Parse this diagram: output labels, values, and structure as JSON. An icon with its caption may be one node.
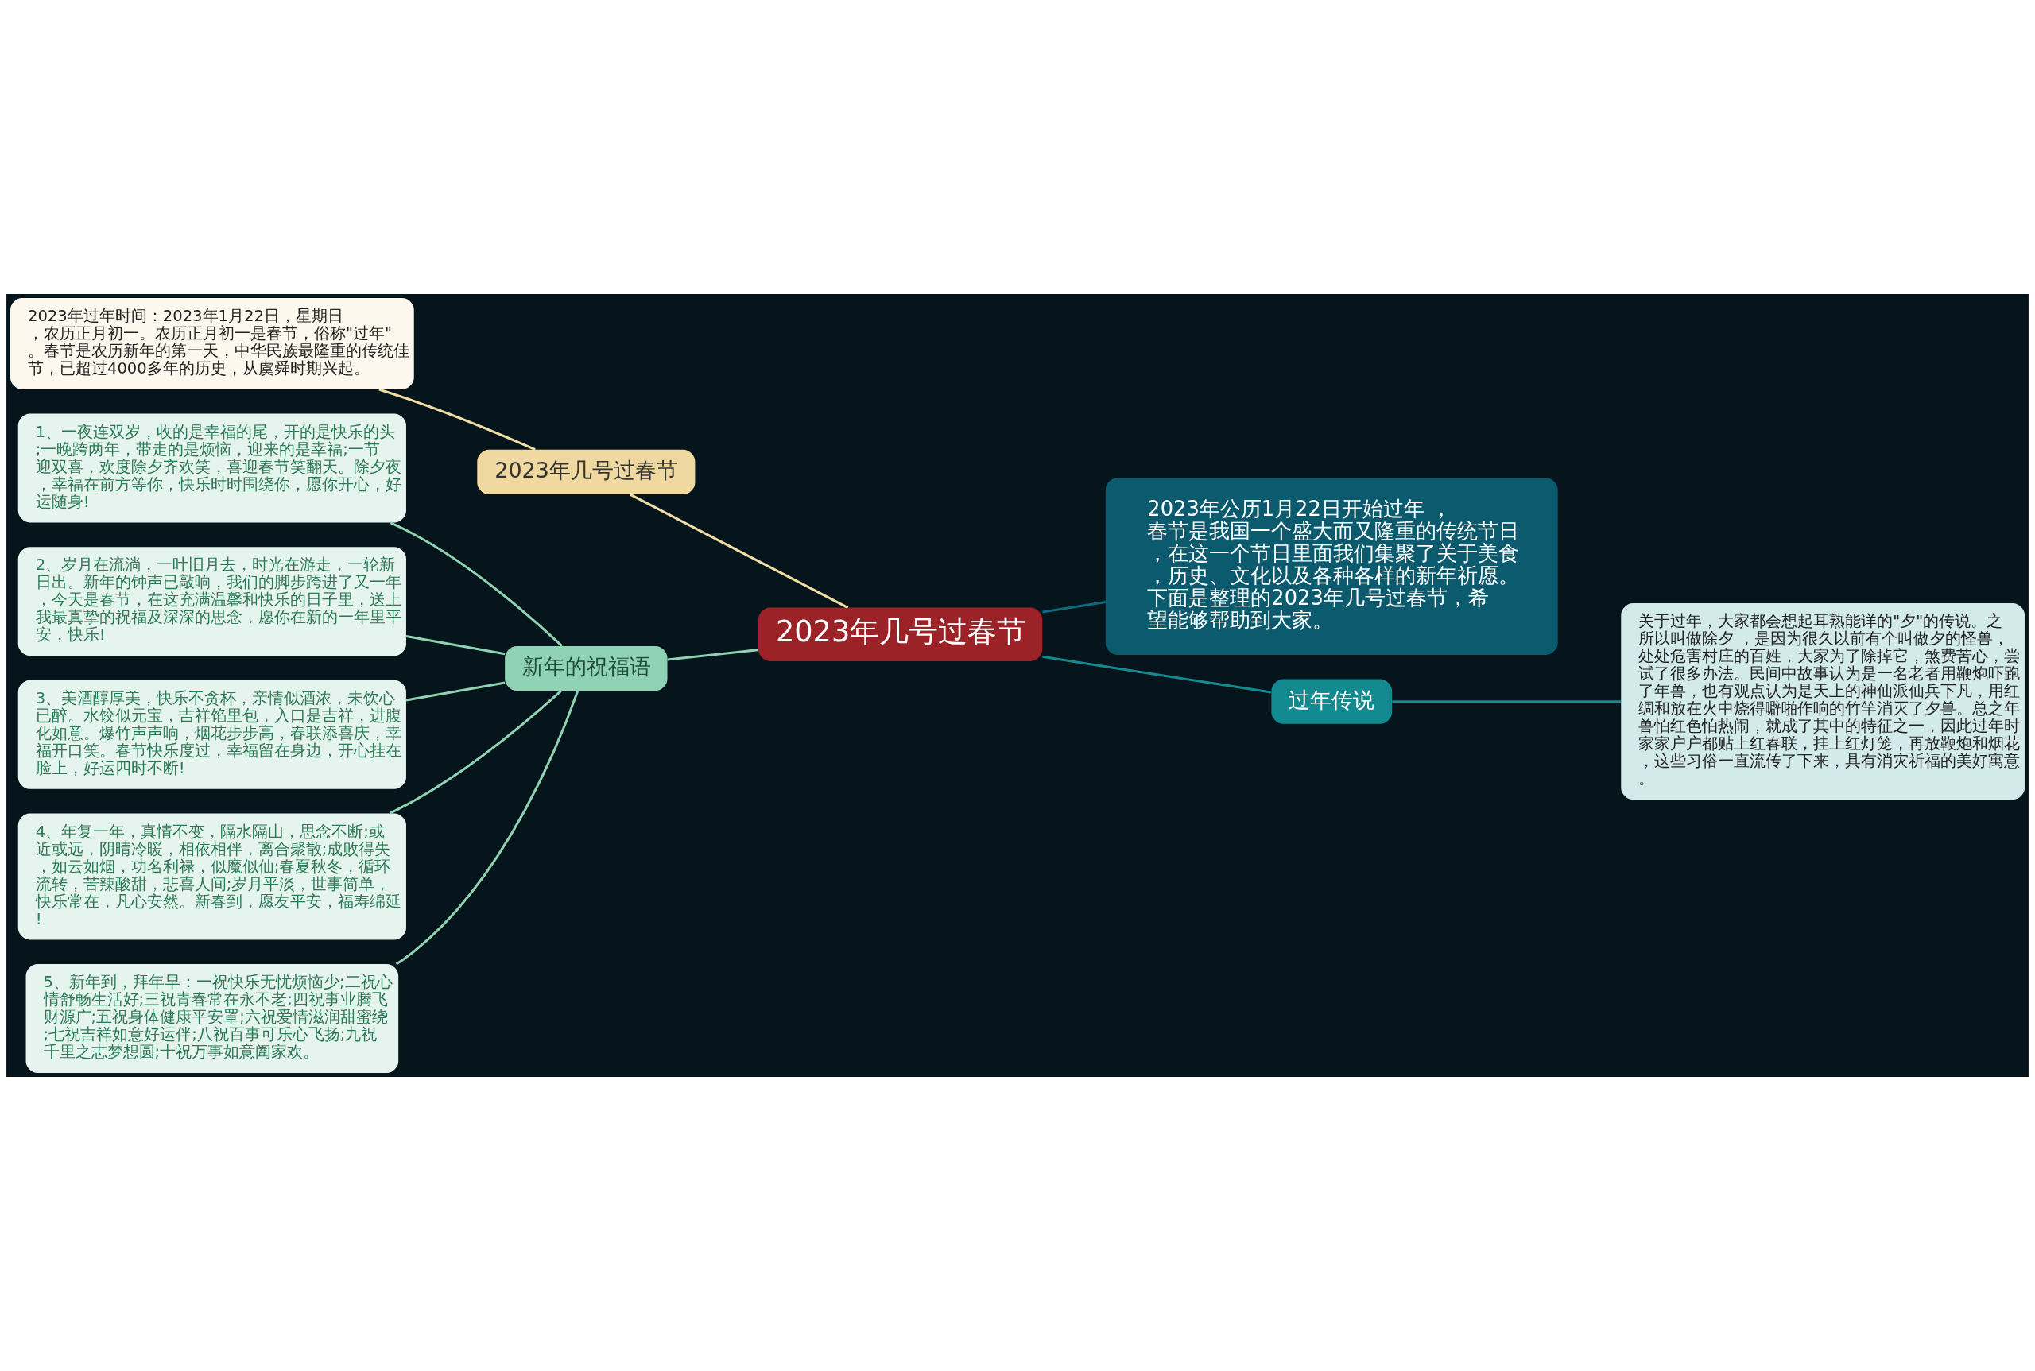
{
  "diagram": {
    "nodes": [
      {
        "text": [
          "2023年几号过春节"
        ]
      },
      {
        "text": [
          "2023年几号过春节"
        ]
      },
      {
        "text": [
          "2023年过年时间：2023年1月22日，星期日，农历正月初一。农历正月初一是春节，俗称\"过年\"。春节是农历新年的第一天，中华民族最隆重的传统佳节，已超过4000多年的历史，从虞舜时期兴起。"
        ]
      },
      {
        "text": [
          "2023年公历1月22日开始过年 ，春节是我国一个盛大而又隆重的传统节日，在这一个节日里面我们集聚了关于美食，历史、文化以及各种各样的新年祈愿。下面是整理的2023年几号过春节，希望能够帮助到大家。"
        ]
      },
      {
        "text": [
          "过年传说"
        ]
      },
      {
        "text": [
          "关于过年，大家都会想起耳熟能详的\"夕\"的传说。之所以叫做除夕 ，是因为很久以前有个叫做夕的怪兽，处处危害村庄的百姓，大家为了除掉它，煞费苦心，尝试了很多办法。民间中故事认为是一名老者用鞭炮吓跑了年兽，也有观点认为是天上的神仙派仙兵下凡，用红绸和放在火中烧得噼啪作响的竹竿消灭了夕兽。总之年兽怕红色怕热闹，就成了其中的特征之一，因此过年时家家户户都贴上红春联，挂上红灯笼，再放鞭炮和烟花，这些习俗一直流传了下来，具有消灾祈福的美好寓意。"
        ]
      },
      {
        "text": [
          "新年的祝福语"
        ]
      },
      {
        "text": [
          "1、一夜连双岁，收的是幸福的尾，开的是快乐的头;一晚跨两年，带走的是烦恼，迎来的是幸福;一节迎双喜，欢度除夕齐欢笑，喜迎春节笑翻天。除夕夜，幸福在前方等你，快乐时时围绕你，愿你开心，好运随身!"
        ]
      },
      {
        "text": [
          "2、岁月在流淌，一叶旧月去，时光在游走，一轮新日出。新年的钟声已敲响，我们的脚步跨进了又一年，今天是春节，在这充满温馨和快乐的日子里，送上我最真挚的祝福及深深的思念，愿你在新的一年里平安，快乐!"
        ]
      },
      {
        "text": [
          "3、美酒醇厚美，快乐不贪杯，亲情似酒浓，未饮心已醉。水饺似元宝，吉祥馅里包，入口是吉祥，进腹化如意。爆竹声声响，烟花步步高，春联添喜庆，幸福开口笑。春节快乐度过，幸福留在身边，开心挂在脸上，好运四时不断!"
        ]
      },
      {
        "text": [
          "4、年复一年，真情不变，隔水隔山，思念不断;或近或远，阴晴冷暖，相依相伴，离合聚散;成败得失，如云如烟，功名利禄，似魔似仙;春夏秋冬，循环流转，苦辣酸甜，悲喜人间;岁月平淡，世事简单，快乐常在，凡心安然。新春到，愿友平安，福寿绵延!"
        ]
      },
      {
        "text": [
          "5、新年到，拜年早：一祝快乐无忧烦恼少;二祝心情舒畅生活好;三祝青春常在永不老;四祝事业腾飞财源广;五祝身体健康平安罩;六祝爱情滋润甜蜜绕;七祝吉祥如意好运伴;八祝百事可乐心飞扬;九祝千里之志梦想圆;十祝万事如意阖家欢。"
        ]
      }
    ],
    "edges": [
      {
        "from": 0,
        "to": 1,
        "arrow": "none",
        "color": "#f1dea5"
      },
      {
        "from": 1,
        "to": 2,
        "arrow": "none",
        "color": "#f1dea5"
      },
      {
        "from": 0,
        "to": 3,
        "arrow": "none",
        "color": "#0d6b7e"
      },
      {
        "from": 0,
        "to": 4,
        "arrow": "none",
        "color": "#138a8f"
      },
      {
        "from": 4,
        "to": 5,
        "arrow": "none",
        "color": "#138a8f"
      },
      {
        "from": 0,
        "to": 6,
        "arrow": "none"
      },
      {
        "from": 6,
        "to": 7,
        "arrow": "none"
      },
      {
        "from": 6,
        "to": 8,
        "arrow": "none"
      },
      {
        "from": 6,
        "to": 9,
        "arrow": "none"
      },
      {
        "from": 6,
        "to": 10,
        "arrow": "none"
      },
      {
        "from": 6,
        "to": 11,
        "arrow": "none"
      }
    ]
  }
}
